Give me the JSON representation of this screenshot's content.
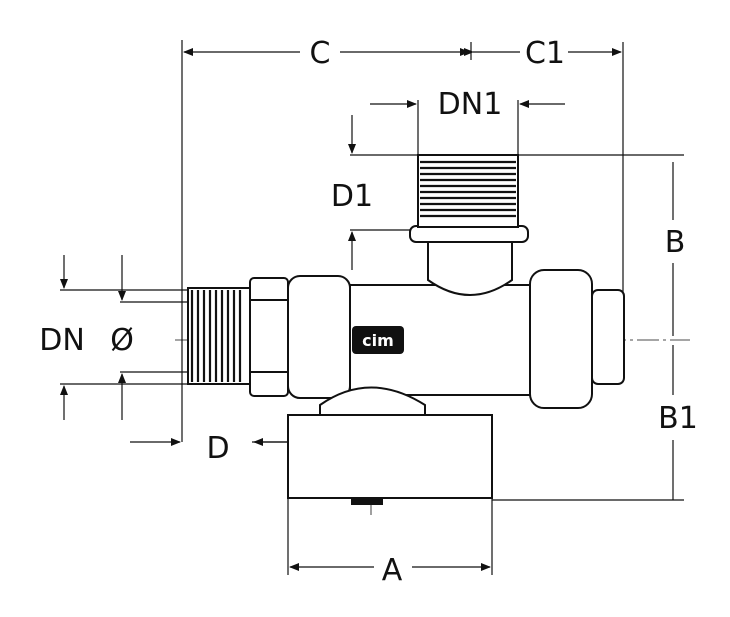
{
  "labels": {
    "c": "C",
    "c1": "C1",
    "dn1": "DN1",
    "d1": "D1",
    "b": "B",
    "dn": "DN",
    "diameter": "Ø",
    "b1": "B1",
    "d": "D",
    "a": "A"
  },
  "logo": "cim",
  "colors": {
    "line": "#111111",
    "fill": "#ffffff",
    "logo_bg": "#111111"
  }
}
